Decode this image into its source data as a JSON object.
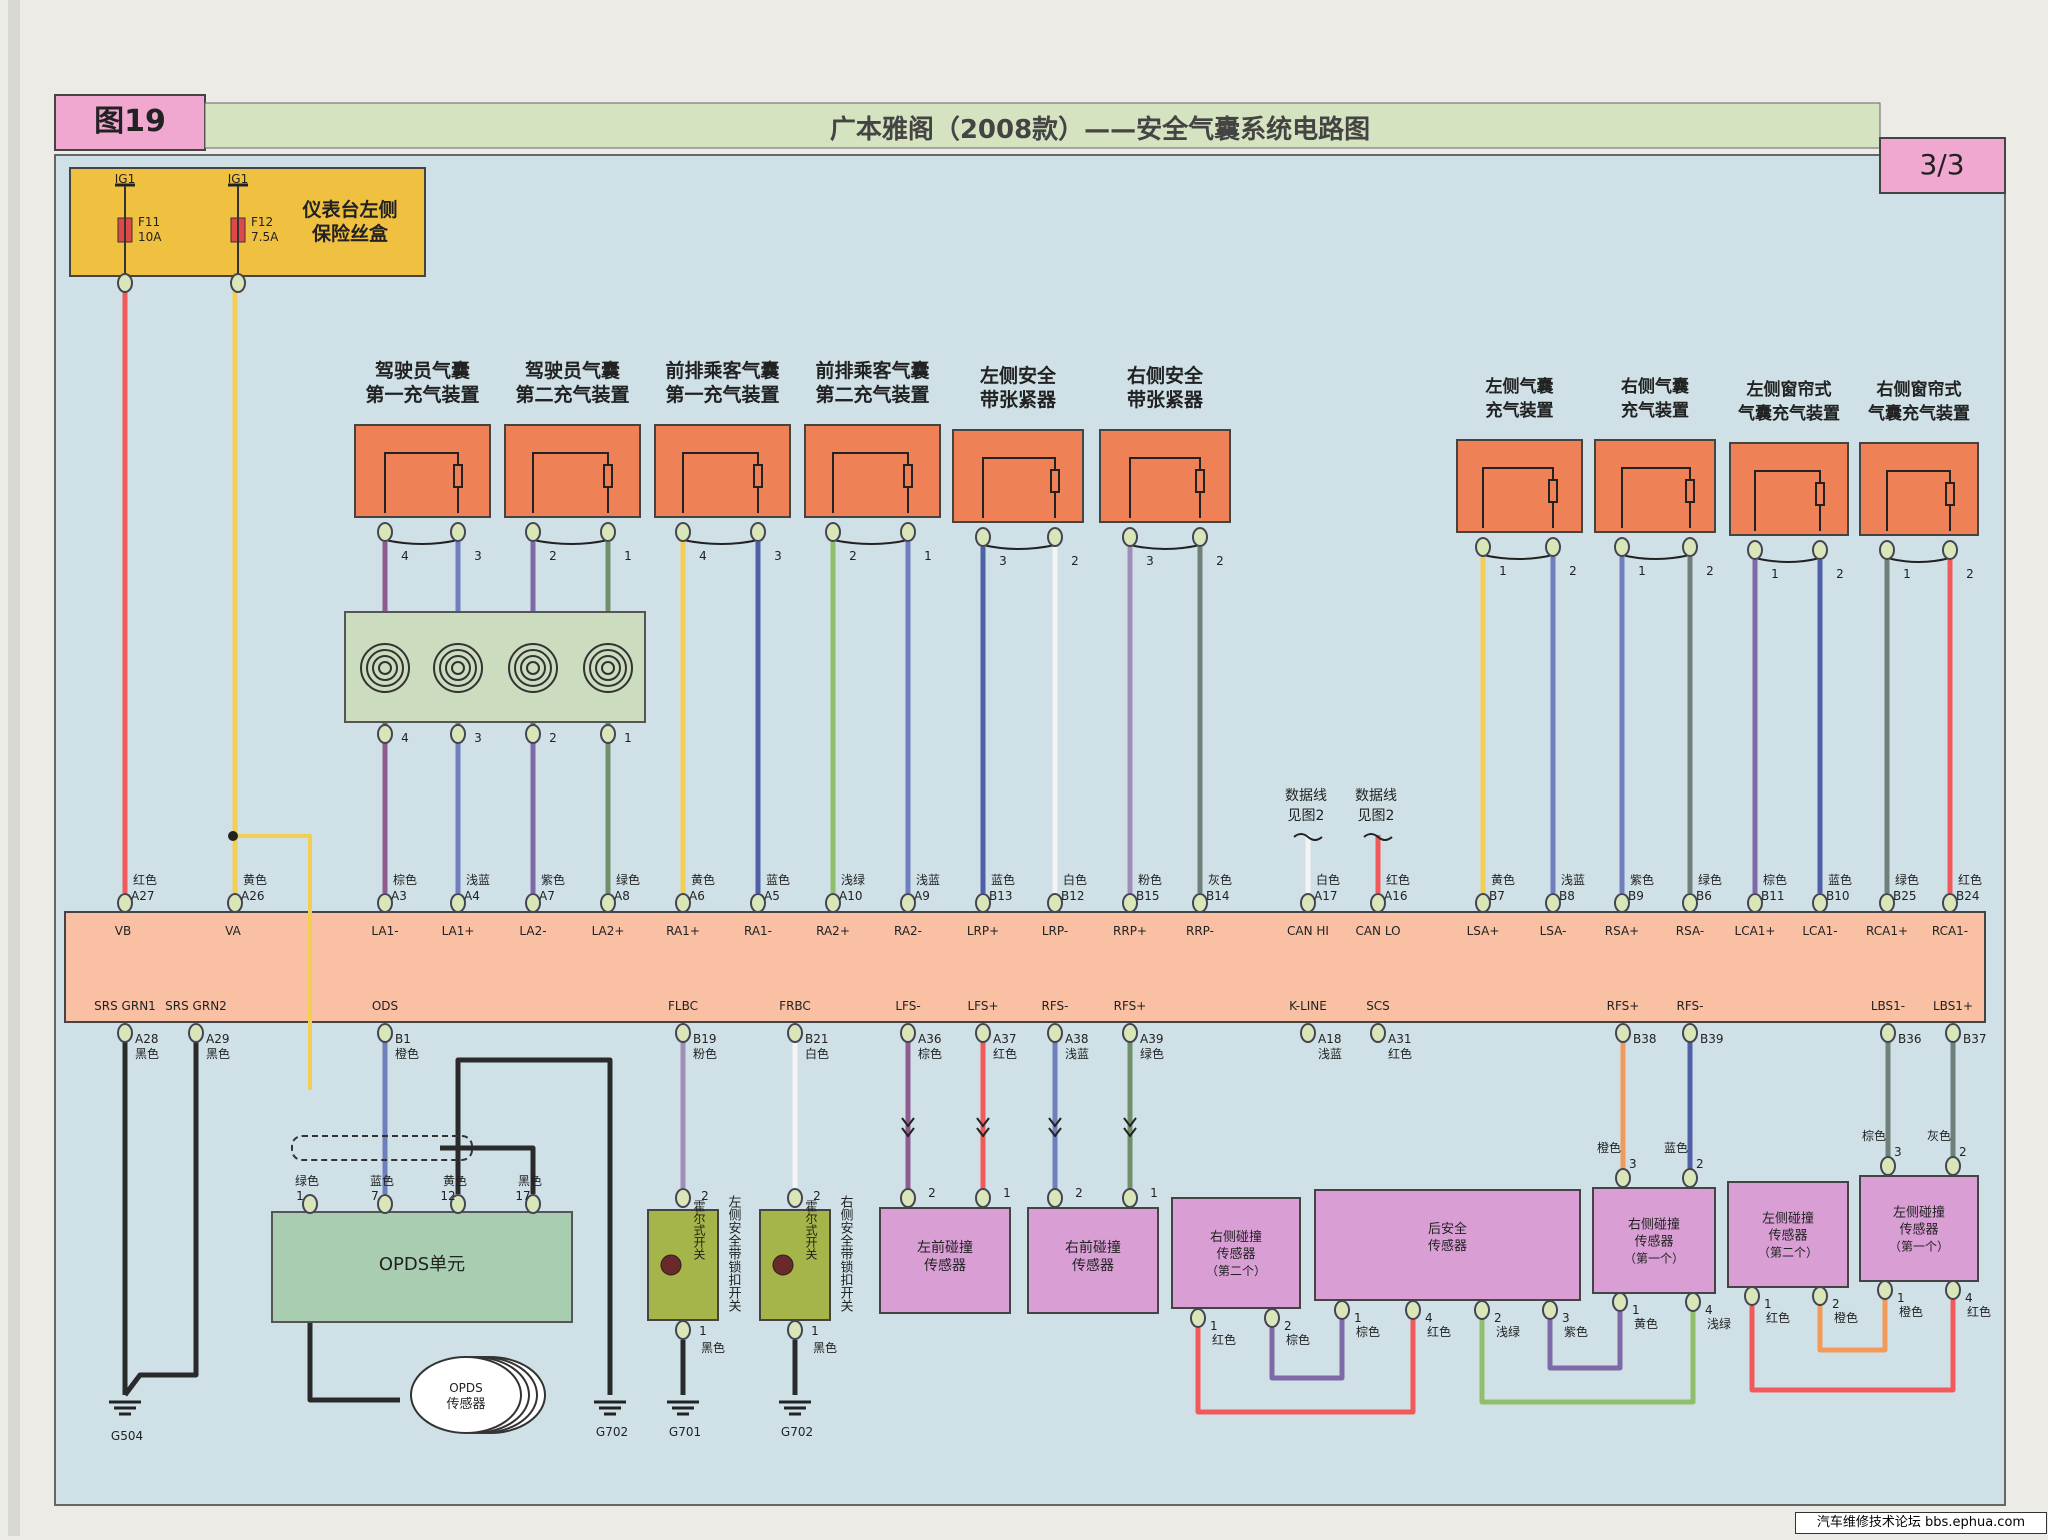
{
  "header": {
    "figure_label": "图19",
    "title": "广本雅阁（2008款）——安全气囊系统电路图",
    "page": "3/3"
  },
  "fuse_box": {
    "label_line1": "仪表台左侧",
    "label_line2": "保险丝盒",
    "fuses": [
      {
        "feed": "IG1",
        "name": "F11",
        "rating": "10A"
      },
      {
        "feed": "IG1",
        "name": "F12",
        "rating": "7.5A"
      }
    ]
  },
  "colors": {
    "background": "#cfe1e6",
    "module_fill": "#f9c0a4",
    "inflator_fill": "#ef8156",
    "sensor_fill": "#d99fd5",
    "fuse_box_fill": "#f0c040",
    "header_pink": "#f0a7d0",
    "header_green": "#d6e3c0"
  },
  "top_devices": [
    {
      "line1": "驾驶员气囊",
      "line2": "第一充气装置",
      "pins": [
        "4",
        "3"
      ],
      "clock_pins": [
        "4",
        "3"
      ],
      "colors": [
        "棕色",
        "浅蓝"
      ],
      "terminals": [
        "A3",
        "A4"
      ],
      "signals": [
        "LA1-",
        "LA1+"
      ]
    },
    {
      "line1": "驾驶员气囊",
      "line2": "第二充气装置",
      "pins": [
        "2",
        "1"
      ],
      "clock_pins": [
        "2",
        "1"
      ],
      "colors": [
        "紫色",
        "绿色"
      ],
      "terminals": [
        "A7",
        "A8"
      ],
      "signals": [
        "LA2-",
        "LA2+"
      ]
    },
    {
      "line1": "前排乘客气囊",
      "line2": "第一充气装置",
      "pins": [
        "4",
        "3"
      ],
      "colors": [
        "黄色",
        "蓝色"
      ],
      "terminals": [
        "A6",
        "A5"
      ],
      "signals": [
        "RA1+",
        "RA1-"
      ]
    },
    {
      "line1": "前排乘客气囊",
      "line2": "第二充气装置",
      "pins": [
        "2",
        "1"
      ],
      "colors": [
        "浅绿",
        "浅蓝"
      ],
      "terminals": [
        "A10",
        "A9"
      ],
      "signals": [
        "RA2+",
        "RA2-"
      ]
    },
    {
      "line1": "左侧安全",
      "line2": "带张紧器",
      "pins": [
        "3",
        "2"
      ],
      "colors": [
        "蓝色",
        "白色"
      ],
      "terminals": [
        "B13",
        "B12"
      ],
      "signals": [
        "LRP+",
        "LRP-"
      ]
    },
    {
      "line1": "右侧安全",
      "line2": "带张紧器",
      "pins": [
        "3",
        "2"
      ],
      "colors": [
        "粉色",
        "灰色"
      ],
      "terminals": [
        "B15",
        "B14"
      ],
      "signals": [
        "RRP+",
        "RRP-"
      ]
    },
    {
      "line1": "左侧气囊",
      "line2": "充气装置",
      "pins": [
        "1",
        "2"
      ],
      "colors": [
        "黄色",
        "浅蓝"
      ],
      "terminals": [
        "B7",
        "B8"
      ],
      "signals": [
        "LSA+",
        "LSA-"
      ]
    },
    {
      "line1": "右侧气囊",
      "line2": "充气装置",
      "pins": [
        "1",
        "2"
      ],
      "colors": [
        "紫色",
        "绿色"
      ],
      "terminals": [
        "B9",
        "B6"
      ],
      "signals": [
        "RSA+",
        "RSA-"
      ]
    },
    {
      "line1": "左侧窗帘式",
      "line2": "气囊充气装置",
      "pins": [
        "1",
        "2"
      ],
      "colors": [
        "棕色",
        "蓝色"
      ],
      "terminals": [
        "B11",
        "B10"
      ],
      "signals": [
        "LCA1+",
        "LCA1-"
      ]
    },
    {
      "line1": "右侧窗帘式",
      "line2": "气囊充气装置",
      "pins": [
        "1",
        "2"
      ],
      "colors": [
        "绿色",
        "红色"
      ],
      "terminals": [
        "B25",
        "B24"
      ],
      "signals": [
        "RCA1+",
        "RCA1-"
      ]
    }
  ],
  "power": [
    {
      "color": "红色",
      "terminal": "A27",
      "signal": "VB"
    },
    {
      "color": "黄色",
      "terminal": "A26",
      "signal": "VA"
    }
  ],
  "can": {
    "ref_line1": "数据线",
    "ref_line2": "见图2",
    "hi": {
      "color": "白色",
      "terminal": "A17",
      "signal": "CAN HI"
    },
    "lo": {
      "color": "红色",
      "terminal": "A16",
      "signal": "CAN LO"
    }
  },
  "bottom_signals": [
    {
      "signal": "SRS GRN1",
      "terminal": "A28",
      "color": "黑色"
    },
    {
      "signal": "SRS GRN2",
      "terminal": "A29",
      "color": "黑色"
    },
    {
      "signal": "ODS",
      "terminal": "B1",
      "color": "橙色"
    },
    {
      "signal": "FLBC",
      "terminal": "B19",
      "color": "粉色"
    },
    {
      "signal": "FRBC",
      "terminal": "B21",
      "color": "白色"
    },
    {
      "signal": "LFS-",
      "terminal": "A36",
      "color": "棕色"
    },
    {
      "signal": "LFS+",
      "terminal": "A37",
      "color": "红色"
    },
    {
      "signal": "RFS-",
      "terminal": "A38",
      "color": "浅蓝"
    },
    {
      "signal": "RFS+",
      "terminal": "A39",
      "color": "绿色"
    },
    {
      "signal": "K-LINE",
      "terminal": "A18",
      "color": "浅蓝"
    },
    {
      "signal": "SCS",
      "terminal": "A31",
      "color": "红色"
    },
    {
      "signal": "RFS+",
      "terminal": "B38",
      "color": ""
    },
    {
      "signal": "RFS-",
      "terminal": "B39",
      "color": ""
    },
    {
      "signal": "LBS1-",
      "terminal": "B36",
      "color": ""
    },
    {
      "signal": "LBS1+",
      "terminal": "B37",
      "color": ""
    }
  ],
  "opds": {
    "unit_label": "OPDS单元",
    "sensor_label_line1": "OPDS",
    "sensor_label_line2": "传感器",
    "pins": [
      {
        "color": "绿色",
        "pin": "1"
      },
      {
        "color": "蓝色",
        "pin": "7"
      },
      {
        "color": "黄色",
        "pin": "12"
      },
      {
        "color": "黑色",
        "pin": "17"
      }
    ]
  },
  "buckle_switches": [
    {
      "text": "左侧安全带锁扣开关",
      "inner": "霍尔式开关",
      "pin_top": "2",
      "pin_bottom": "1",
      "ground_color": "黑色",
      "ground": "G701"
    },
    {
      "text": "右侧安全带锁扣开关",
      "inner": "霍尔式开关",
      "pin_top": "2",
      "pin_bottom": "1",
      "ground_color": "黑色",
      "ground": "G702"
    }
  ],
  "grounds": {
    "srs": "G504",
    "opds": "G702"
  },
  "front_sensors": [
    {
      "line1": "左前碰撞",
      "line2": "传感器",
      "pins": [
        "2",
        "1"
      ]
    },
    {
      "line1": "右前碰撞",
      "line2": "传感器",
      "pins": [
        "2",
        "1"
      ]
    }
  ],
  "right_sensors": {
    "right_second": {
      "line1": "右侧碰撞",
      "line2": "传感器",
      "line3": "（第二个）",
      "pins": [
        "1",
        "2"
      ],
      "colors": [
        "红色",
        "棕色"
      ]
    },
    "rear_safety": {
      "line1": "后安全",
      "line2": "传感器",
      "pins": [
        "1",
        "4",
        "2",
        "3"
      ],
      "colors": [
        "棕色",
        "红色",
        "浅绿",
        "紫色"
      ]
    },
    "right_first": {
      "line1": "右侧碰撞",
      "line2": "传感器",
      "line3": "（第一个）",
      "top_pins": [
        "3",
        "2"
      ],
      "top_colors": [
        "橙色",
        "蓝色"
      ],
      "bottom_pins": [
        "1",
        "4"
      ],
      "bottom_colors": [
        "黄色",
        "浅绿"
      ]
    },
    "left_second": {
      "line1": "左侧碰撞",
      "line2": "传感器",
      "line3": "（第二个）",
      "pins": [
        "1",
        "2"
      ],
      "colors": [
        "红色",
        "橙色"
      ]
    },
    "left_first": {
      "line1": "左侧碰撞",
      "line2": "传感器",
      "line3": "（第一个）",
      "top_pins": [
        "3",
        "2"
      ],
      "top_colors": [
        "棕色",
        "灰色"
      ],
      "bottom_pins": [
        "1",
        "4"
      ],
      "bottom_colors": [
        "橙色",
        "红色"
      ]
    }
  },
  "footer": "汽车维修技术论坛 bbs.ephua.com"
}
